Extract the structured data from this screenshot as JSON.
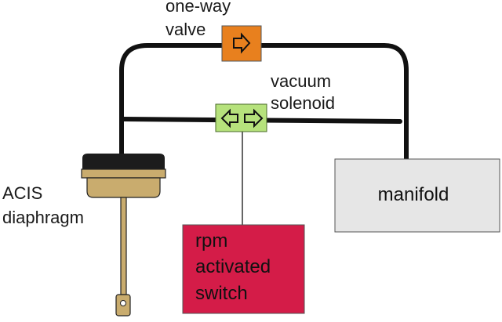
{
  "labels": {
    "one_way_valve": [
      "one-way",
      "valve"
    ],
    "vacuum_solenoid": [
      "vacuum",
      "solenoid"
    ],
    "acis_diaphragm": [
      "ACIS",
      "diaphragm"
    ],
    "manifold": "manifold",
    "rpm_switch": [
      "rpm",
      "activated",
      "switch"
    ]
  },
  "colors": {
    "hose": "#111111",
    "valve_fill": "#e8801e",
    "solenoid_fill": "#b6e27c",
    "manifold_fill": "#e6e6e6",
    "switch_fill": "#d41c48",
    "diaphragm_top": "#1c1c1c",
    "diaphragm_body": "#c9ac6e"
  },
  "icons": {
    "one_way_valve": "right-arrow-icon",
    "vacuum_solenoid": "double-arrow-icon"
  }
}
